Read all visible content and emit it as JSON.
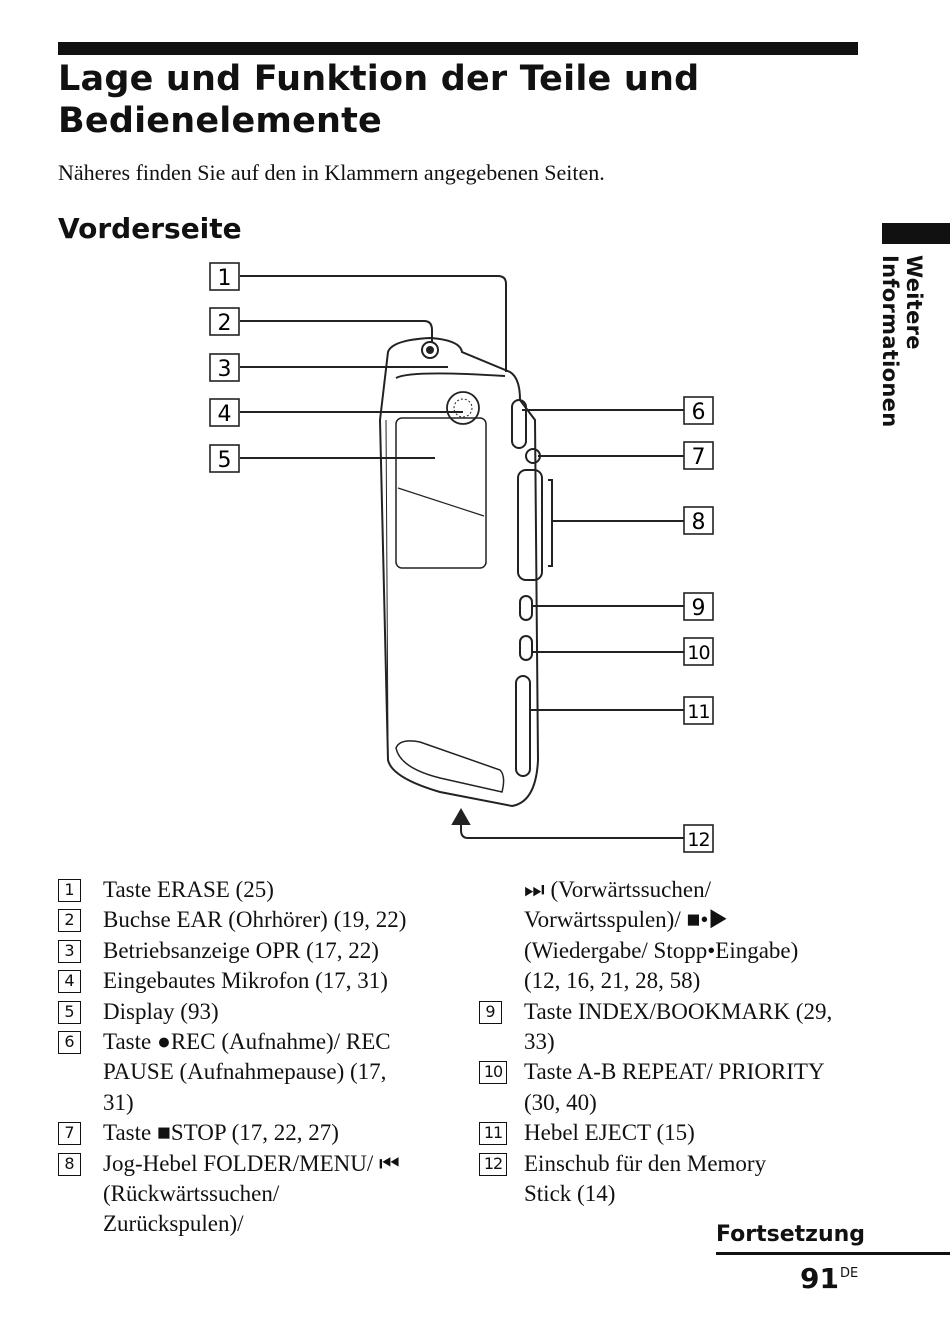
{
  "page": {
    "title": "Lage und Funktion der Teile und Bedienelemente",
    "intro": "Näheres finden Sie auf den in Klammern angegebenen Seiten.",
    "section": "Vorderseite",
    "side_label": "Weitere Informationen",
    "continue_label": "Fortsetzung",
    "page_number": "91",
    "page_suffix": "DE"
  },
  "diagram": {
    "callouts": [
      "1",
      "2",
      "3",
      "4",
      "5",
      "6",
      "7",
      "8",
      "9",
      "10",
      "11",
      "12"
    ]
  },
  "parts_left": [
    {
      "num": "1",
      "text": "Taste ERASE (25)"
    },
    {
      "num": "2",
      "text": "Buchse EAR (Ohrhörer) (19, 22)"
    },
    {
      "num": "3",
      "text": "Betriebsanzeige OPR (17, 22)"
    },
    {
      "num": "4",
      "text": "Eingebautes Mikrofon (17, 31)"
    },
    {
      "num": "5",
      "text": "Display (93)"
    },
    {
      "num": "6",
      "text": "Taste ●REC (Aufnahme)/ REC PAUSE (Aufnahmepause) (17, 31)"
    },
    {
      "num": "7",
      "text": "Taste ■STOP (17, 22, 27)"
    },
    {
      "num": "8",
      "text": "Jog-Hebel FOLDER/MENU/ ⏮ (Rückwärtssuchen/ Zurückspulen)/"
    }
  ],
  "parts_right": [
    {
      "num": "",
      "text": "⏭ (Vorwärtssuchen/ Vorwärtsspulen)/ ■•▶ (Wiedergabe/ Stopp•Eingabe)  (12, 16, 21, 28, 58)"
    },
    {
      "num": "9",
      "text": "Taste INDEX/BOOKMARK (29, 33)"
    },
    {
      "num": "10",
      "text": "Taste A-B REPEAT/ PRIORITY (30, 40)"
    },
    {
      "num": "11",
      "text": "Hebel EJECT (15)"
    },
    {
      "num": "12",
      "text": "Einschub für den Memory Stick (14)"
    }
  ]
}
